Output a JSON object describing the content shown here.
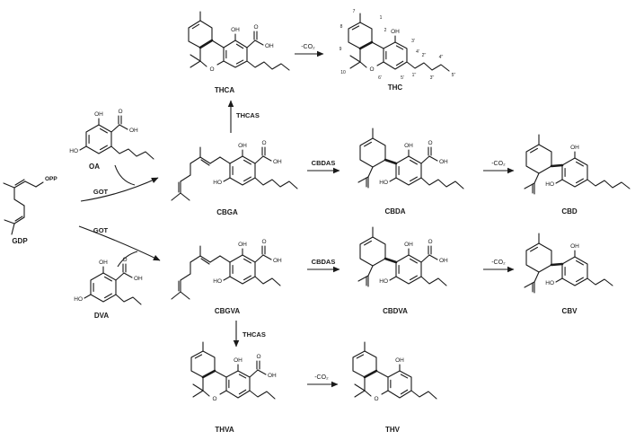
{
  "compounds": {
    "thca": "THCA",
    "thc": "THC",
    "oa": "OA",
    "gdp": "GDP",
    "dva": "DVA",
    "cbga": "CBGA",
    "cbda": "CBDA",
    "cbd": "CBD",
    "cbgva": "CBGVA",
    "cbdva": "CBDVA",
    "cbv": "CBV",
    "thva": "THVA",
    "thv": "THV"
  },
  "enzymes": {
    "got": "GOT",
    "thcas": "THCAS",
    "cbdas": "CBDAS"
  },
  "reactions": {
    "decarboxylation": "-CO₂"
  },
  "groups": {
    "oh": "OH",
    "ho": "HO",
    "o": "O",
    "opp": "OPP"
  },
  "thc_numbering": {
    "c7": "7",
    "c1": "1",
    "c2": "2",
    "c8": "8",
    "c9": "9",
    "c10": "10",
    "c3p": "3'",
    "c4p": "4'",
    "c5p": "5'",
    "c6p": "6'",
    "c1pp": "1''",
    "c2pp": "2''",
    "c3pp": "3''",
    "c4pp": "4''",
    "c5pp": "5''"
  },
  "ink_color": "#1a1a1a"
}
